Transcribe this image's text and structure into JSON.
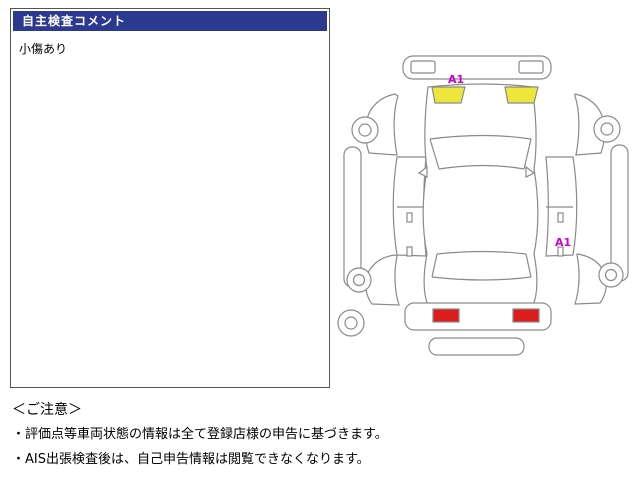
{
  "panel": {
    "header": "自主検査コメント",
    "comment": "小傷あり"
  },
  "diagram": {
    "labels": {
      "front_label": "A1",
      "side_label": "A1"
    },
    "colors": {
      "damage_yellow": "#ede73b",
      "label_magenta": "#cc00cc",
      "tail_light_red": "#dd1c1c",
      "outline_gray": "#8a8a8a"
    }
  },
  "notice": {
    "title": "＜ご注意＞",
    "items": [
      "・評価点等車両状態の情報は全て登録店様の申告に基づきます。",
      "・AIS出張検査後は、自己申告情報は閲覧できなくなります。"
    ]
  },
  "colors": {
    "header_bg": "#2b3990",
    "header_text": "#ffffff",
    "box_border": "#555555"
  }
}
